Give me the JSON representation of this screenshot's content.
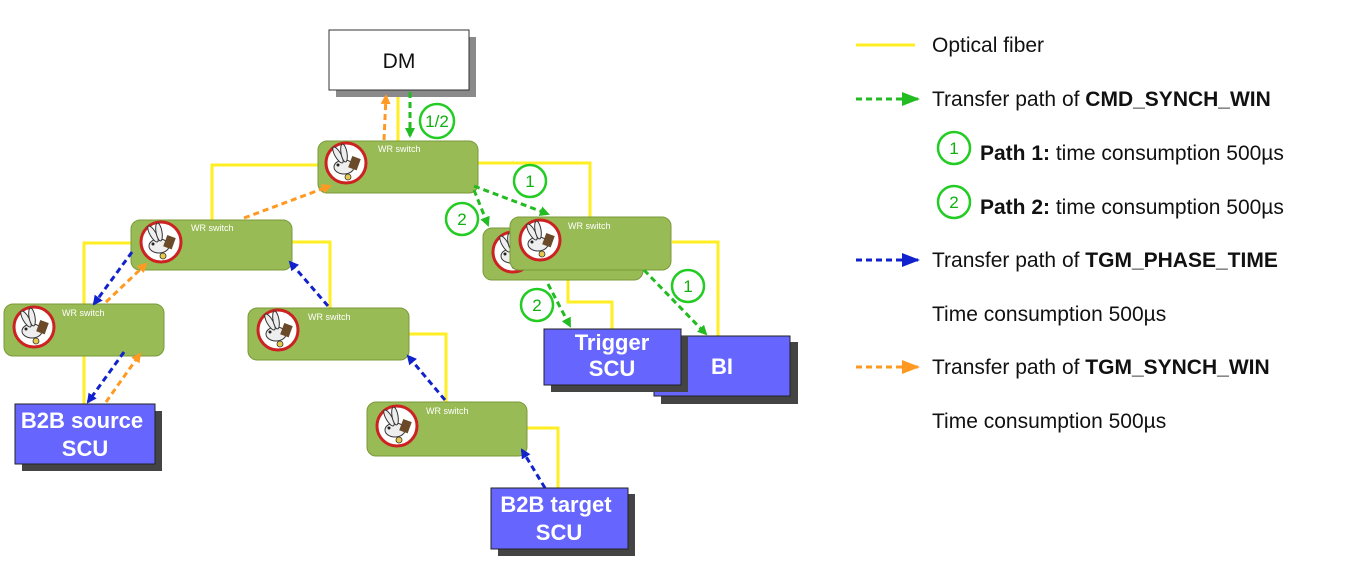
{
  "nodes": {
    "dm": "DM",
    "switch_label": "WR switch",
    "trigger_scu_line1": "Trigger",
    "trigger_scu_line2": "SCU",
    "bi": "BI",
    "b2b_source_line1": "B2B source",
    "b2b_source_line2": "SCU",
    "b2b_target_line1": "B2B target",
    "b2b_target_line2": "SCU"
  },
  "markers": {
    "dm_path": "1/2",
    "path1": "1",
    "path2": "2"
  },
  "legend": {
    "fiber": "Optical fiber",
    "cmd_prefix": "Transfer path of ",
    "cmd_name": "CMD_SYNCH_WIN",
    "path1_num": "1",
    "path1_bold": "Path 1:",
    "path1_rest": " time consumption 500µs",
    "path2_num": "2",
    "path2_bold": "Path 2:",
    "path2_rest": " time consumption 500µs",
    "tgm_phase_prefix": "Transfer path of ",
    "tgm_phase_name": "TGM_PHASE_TIME",
    "tgm_phase_time": "Time consumption 500µs",
    "tgm_synch_prefix": "Transfer path of ",
    "tgm_synch_name": "TGM_SYNCH_WIN",
    "tgm_synch_time": "Time consumption 500µs"
  },
  "colors": {
    "fiber": "#ffee22",
    "green_path": "#22bb22",
    "blue_path": "#1122cc",
    "orange_path": "#ff9922",
    "switch_fill": "#99bb55",
    "scu_fill": "#6666ff"
  }
}
